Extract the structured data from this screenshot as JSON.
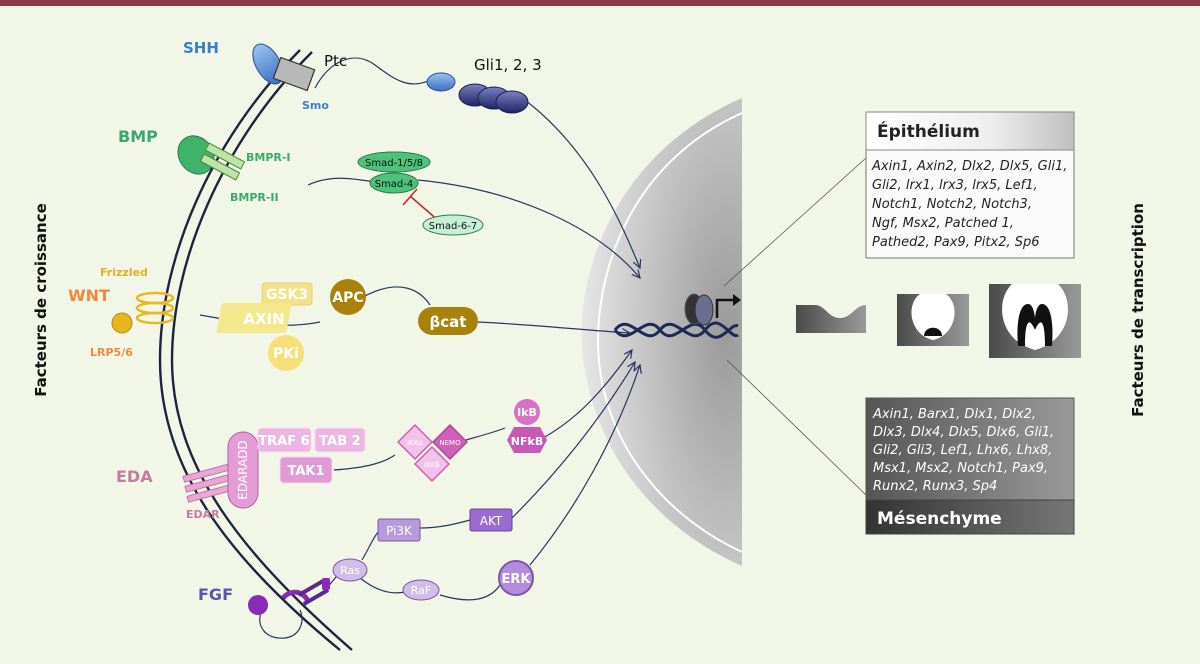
{
  "axis_left": "Facteurs de croissance",
  "axis_right": "Facteurs de transcription",
  "pathways": {
    "shh": {
      "name": "SHH",
      "ptc": "Ptc",
      "smo": "Smo",
      "gli": "Gli1, 2, 3"
    },
    "bmp": {
      "name": "BMP",
      "r1": "BMPR-I",
      "r2": "BMPR-II",
      "smad158": "Smad-1/5/8",
      "smad4": "Smad-4",
      "smad67": "Smad-6-7"
    },
    "wnt": {
      "name": "WNT",
      "frizzled": "Frizzled",
      "lrp": "LRP5/6",
      "gsk3": "GSK3",
      "axin": "AXIN",
      "apc": "APC",
      "pki": "PKi",
      "bcat": "βcat"
    },
    "eda": {
      "name": "EDA",
      "edar": "EDAR",
      "edaradd": "EDARADD",
      "traf6": "TRAF 6",
      "tab2": "TAB 2",
      "tak1": "TAK1",
      "ikka": "IKKα",
      "nemo": "NEMO",
      "ikkb": "IKKβ",
      "ikb": "IkB",
      "nfkb": "NFkB"
    },
    "fgf": {
      "name": "FGF",
      "ras": "Ras",
      "pi3k": "Pi3K",
      "akt": "AKT",
      "raf": "RaF",
      "erk": "ERK"
    }
  },
  "epithelium": {
    "title": "Épithélium",
    "genes": [
      "Axin1, Axin2, Dlx2, Dlx5, Gli1,",
      "Gli2, lrx1, lrx3, lrx5, Lef1,",
      "Notch1, Notch2, Notch3,",
      "Ngf, Msx2, Patched 1,",
      "Pathed2, Pax9, Pitx2, Sp6"
    ]
  },
  "mesenchyme": {
    "title": "Mésenchyme",
    "genes": [
      "Axin1, Barx1, Dlx1, Dlx2,",
      "Dlx3, Dlx4, Dlx5, Dlx6, Gli1,",
      "Gli2, Gli3, Lef1, Lhx6, Lhx8,",
      "Msx1, Msx2, Notch1, Pax9,",
      "Runx2, Runx3, Sp4"
    ]
  },
  "colors": {
    "shh": "#3b7fc4",
    "bmp": "#3aa86b",
    "wnt": "#f08a3a",
    "eda": "#c77aa0",
    "fgf": "#5a57a8",
    "frame": "#8b3a46"
  }
}
